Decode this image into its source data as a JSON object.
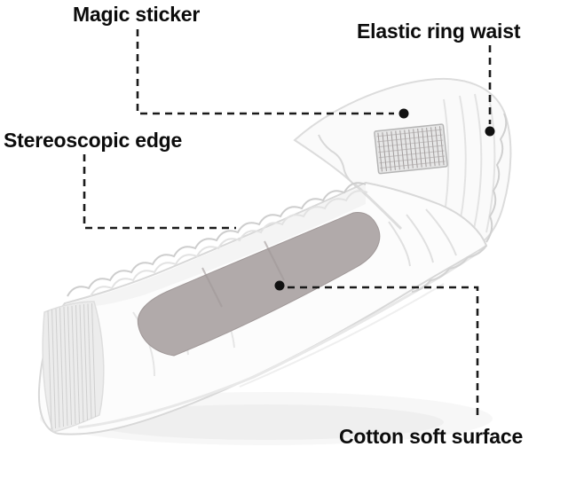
{
  "figure": {
    "kind": "annotated product diagram",
    "subject": "disposable diaper product photo with feature callouts"
  },
  "labels": {
    "magic_sticker": "Magic sticker",
    "elastic_ring_waist": "Elastic ring waist",
    "stereoscopic_edge": "Stereoscopic edge",
    "cotton_soft_surface": "Cotton soft surface"
  },
  "colors": {
    "background": "#ffffff",
    "label_text": "#0c0c0c",
    "leader_line": "#1a1a1a",
    "callout_dot": "#111111",
    "diaper_body": "#fcfcfc",
    "diaper_edge": "#d8d8d8",
    "absorbent_pad": "#b1aaaa",
    "sticker_grid": "#969090"
  }
}
